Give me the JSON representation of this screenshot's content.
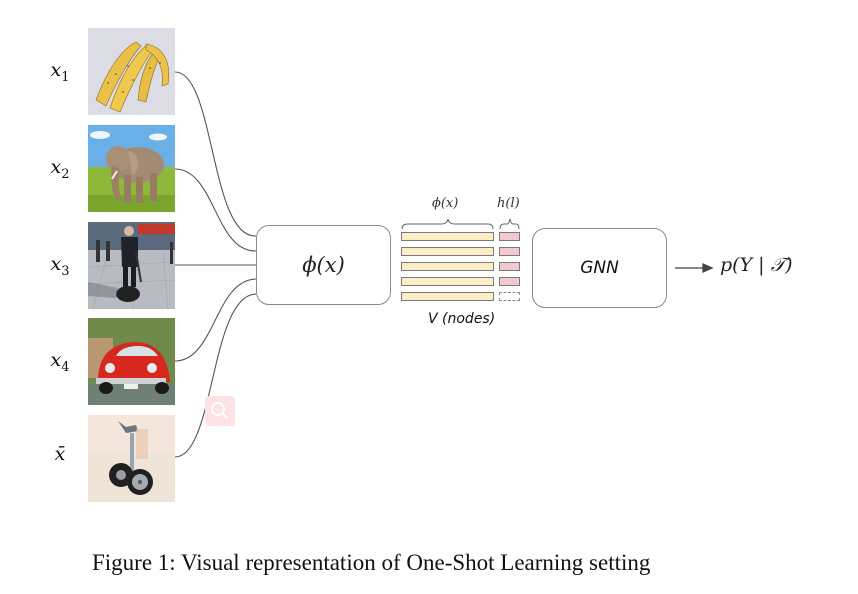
{
  "figure": {
    "caption": "Figure 1: Visual representation of One-Shot Learning setting",
    "inputs": [
      {
        "var": "x",
        "sub": "1",
        "image": "bananas"
      },
      {
        "var": "x",
        "sub": "2",
        "image": "elephant"
      },
      {
        "var": "x",
        "sub": "3",
        "image": "man on segway"
      },
      {
        "var": "x",
        "sub": "4",
        "image": "red beetle car"
      },
      {
        "var": "x̄",
        "sub": "",
        "image": "toy segway"
      }
    ],
    "embedding_block": {
      "label": "ϕ(x)"
    },
    "node_matrix": {
      "feature_brace_label": "ϕ(x)",
      "label_brace_label": "h(l)",
      "caption": "V (nodes)",
      "rows": [
        {
          "label_known": true
        },
        {
          "label_known": true
        },
        {
          "label_known": true
        },
        {
          "label_known": true
        },
        {
          "label_known": false
        }
      ]
    },
    "gnn_block": {
      "label": "GNN"
    },
    "output": {
      "label": "p(Y | 𝒯)"
    },
    "colors": {
      "feature_fill": "#fdeec8",
      "label_fill": "#f3c9cd",
      "stroke": "#7a7a7a"
    }
  }
}
